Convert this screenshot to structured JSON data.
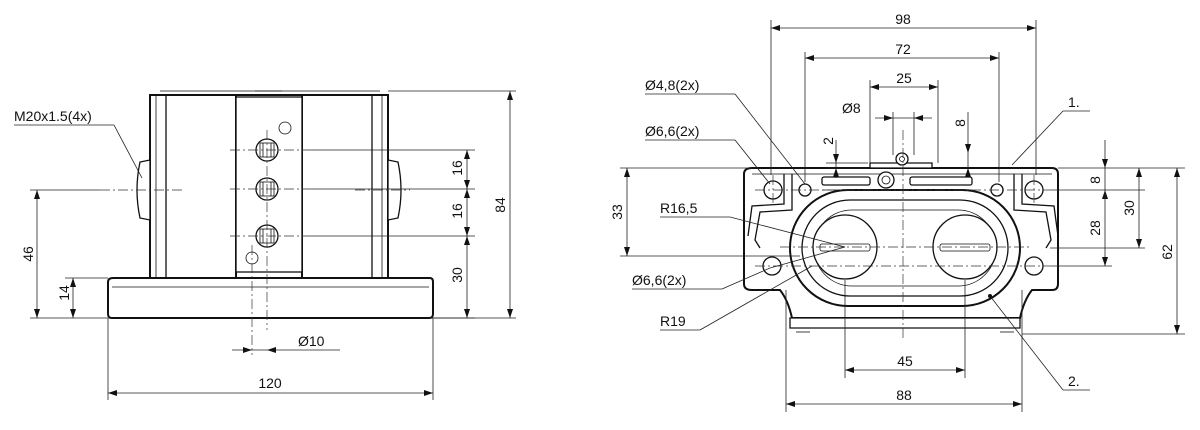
{
  "left_view": {
    "thread_label": "M20x1.5(4x)",
    "dim_width": "120",
    "dim_height_total": "84",
    "dim_height_46": "46",
    "dim_height_14": "14",
    "dim_spacing_top": "16",
    "dim_spacing_mid": "16",
    "dim_height_30": "30",
    "dim_diameter_10": "Ø10"
  },
  "right_view": {
    "dim_width_98": "98",
    "dim_width_72": "72",
    "dim_width_25": "25",
    "dim_diameter_8": "Ø8",
    "dim_small_2": "2",
    "dim_small_8_top": "8",
    "dim_height_33": "33",
    "dim_side_8": "8",
    "dim_side_28": "28",
    "dim_side_30": "30",
    "dim_side_62": "62",
    "dim_spacing_45": "45",
    "dim_width_88": "88",
    "label_hole_48": "Ø4,8(2x)",
    "label_hole_66_top": "Ø6,6(2x)",
    "label_radius_165": "R16,5",
    "label_hole_66_bottom": "Ø6,6(2x)",
    "label_radius_19": "R19",
    "callout_1": "1.",
    "callout_2": "2."
  }
}
